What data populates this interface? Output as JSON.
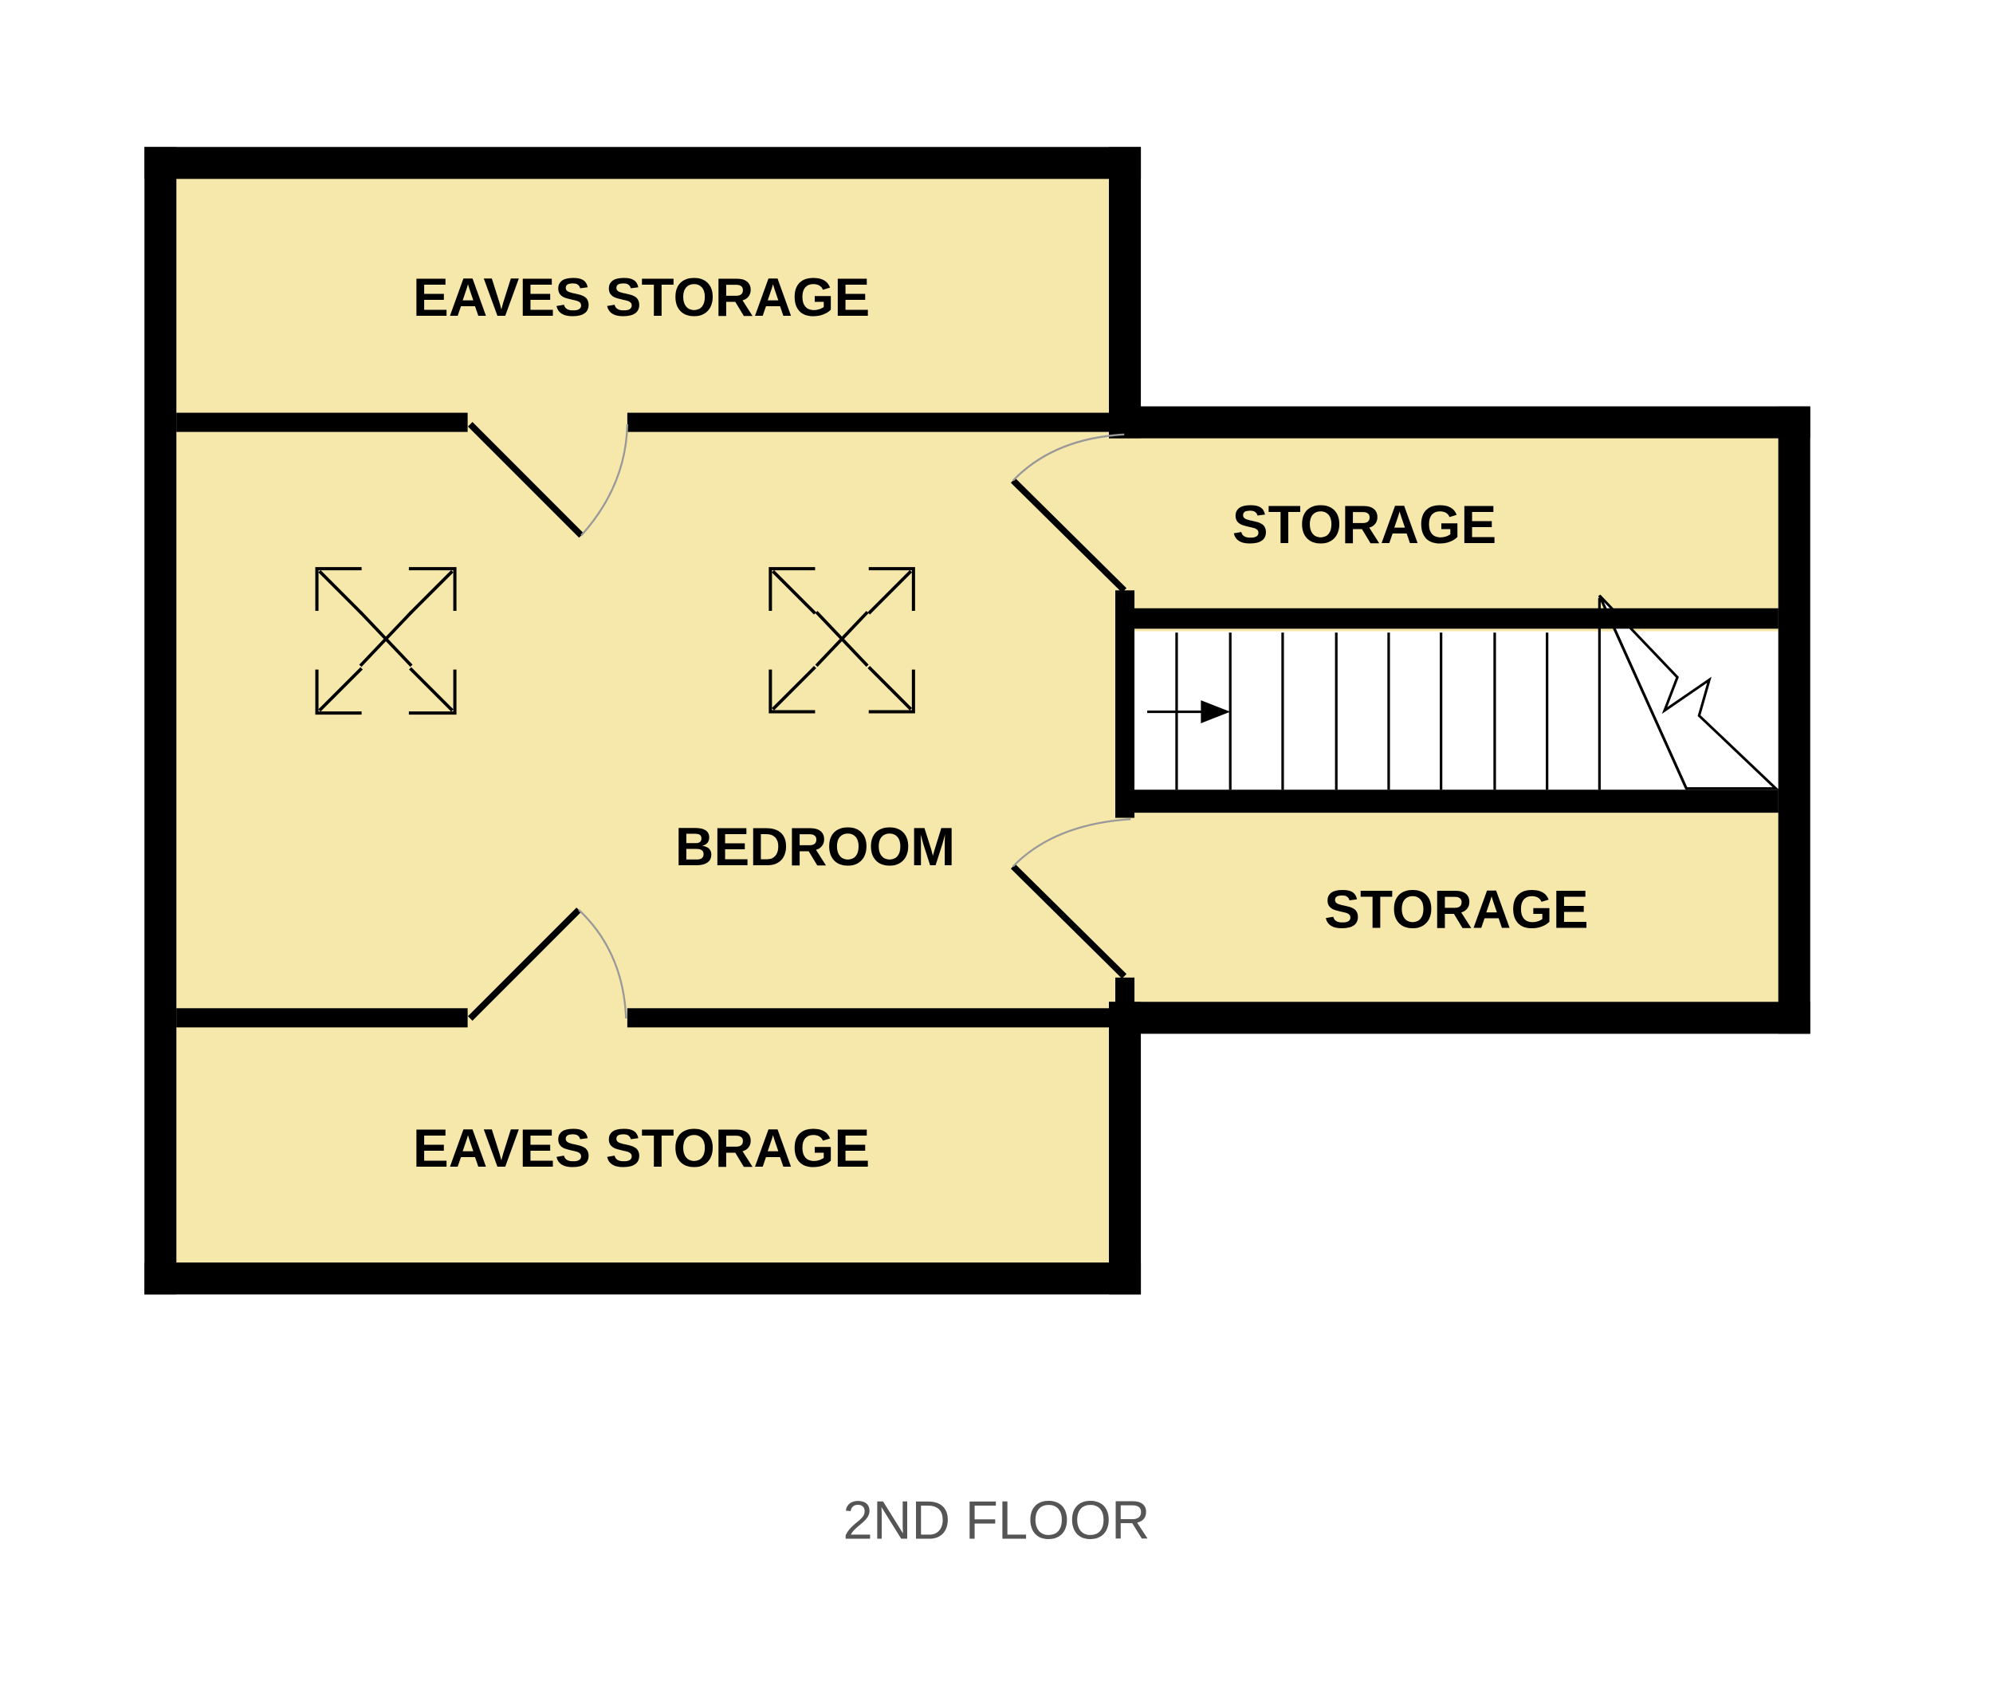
{
  "rooms": {
    "eaves_top": "EAVES STORAGE",
    "bedroom": "BEDROOM",
    "storage_top": "STORAGE",
    "storage_bottom": "STORAGE",
    "eaves_bottom": "EAVES STORAGE"
  },
  "floor_label": "2ND FLOOR",
  "colors": {
    "room_fill": "#F6E7AB",
    "wall": "#000000",
    "label": "#555555"
  }
}
